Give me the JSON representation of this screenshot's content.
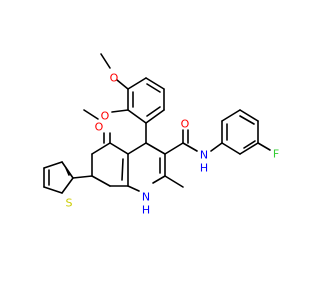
{
  "molecule": {
    "colors": {
      "bond": "#000000",
      "O": "#ff0000",
      "N": "#0000ff",
      "S": "#cccc00",
      "F": "#33cc33"
    },
    "atoms": {
      "O_ketone": "O",
      "N_ring": "N",
      "H_ring": "H",
      "N_amide": "N",
      "H_amide": "H",
      "O_amide": "O",
      "F": "F",
      "S": "S",
      "O_methoxy_top": "O",
      "O_methoxy_mid": "O"
    }
  }
}
